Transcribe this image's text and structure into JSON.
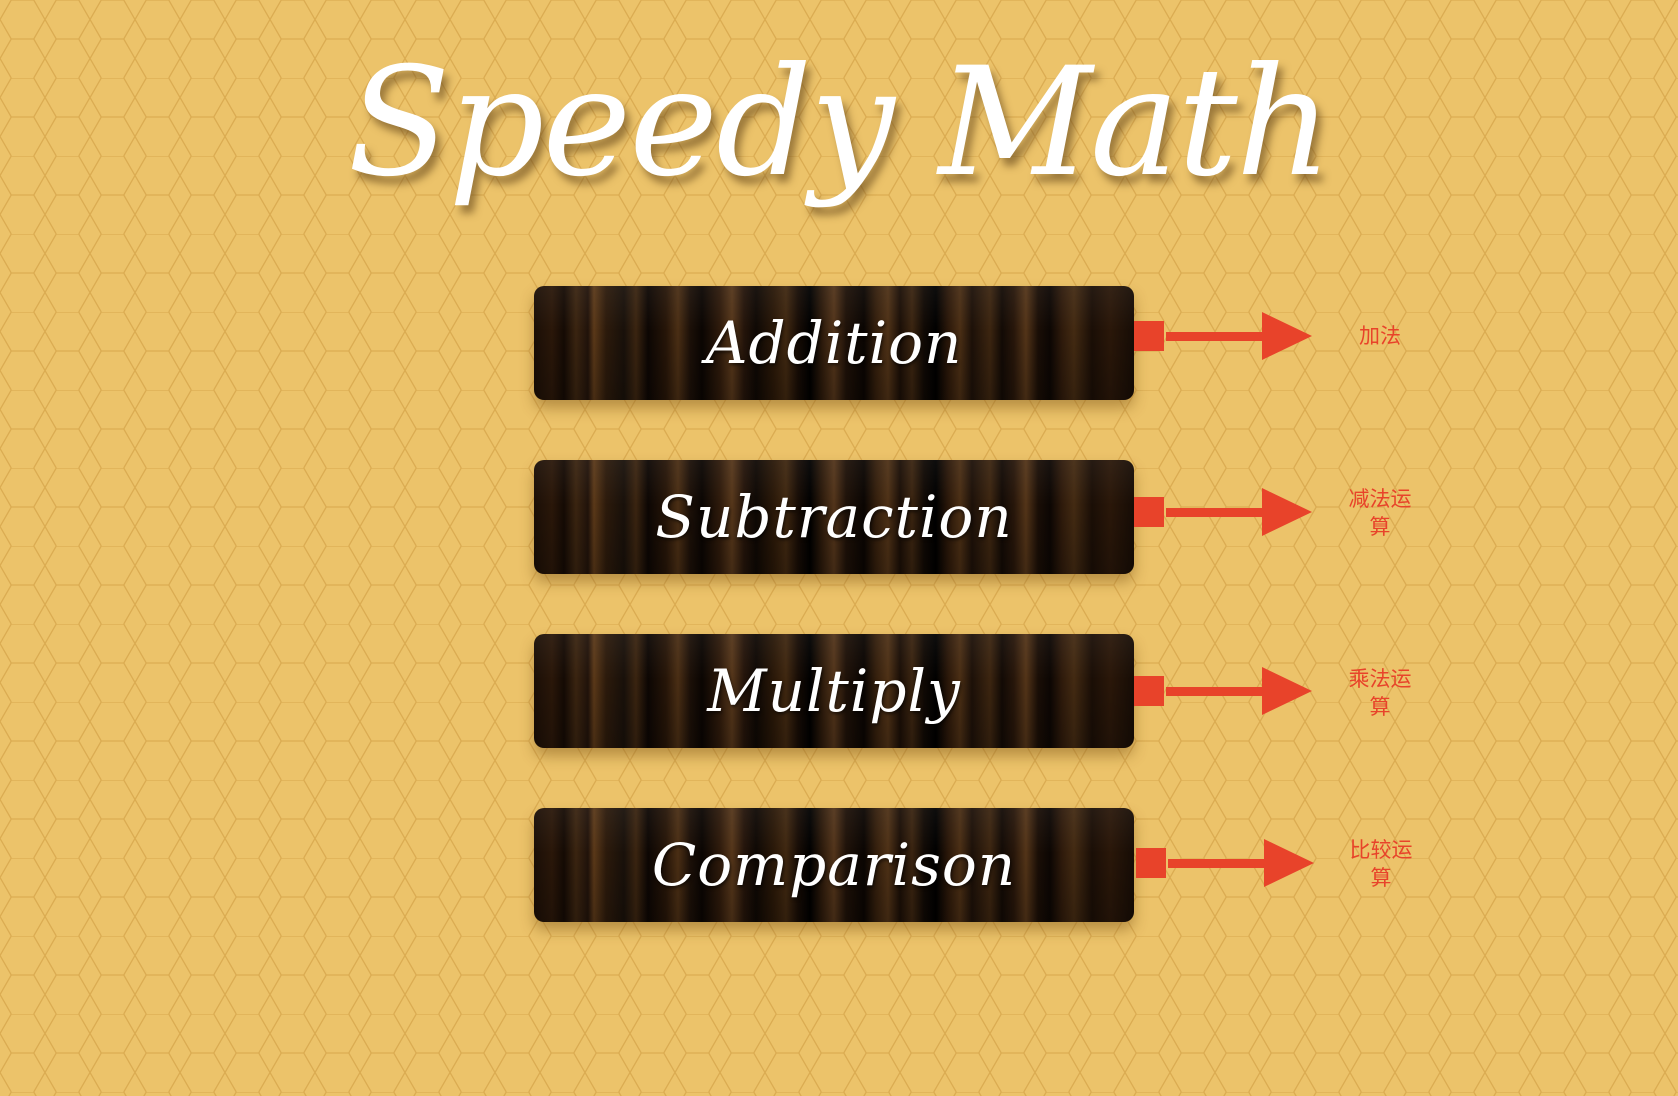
{
  "game": {
    "title": "Speedy Math"
  },
  "menu": {
    "buttons": [
      {
        "id": "addition",
        "label": "Addition"
      },
      {
        "id": "subtraction",
        "label": "Subtraction"
      },
      {
        "id": "multiply",
        "label": "Multiply"
      },
      {
        "id": "comparison",
        "label": "Comparison"
      }
    ]
  },
  "annotations": {
    "addition": {
      "line1": "加法",
      "line2": ""
    },
    "subtraction": {
      "line1": "减法运",
      "line2": "算"
    },
    "multiply": {
      "line1": "乘法运",
      "line2": "算"
    },
    "comparison": {
      "line1": "比较运",
      "line2": "算"
    },
    "icon": "arrow-right-icon"
  },
  "colors": {
    "background": "#ecc36a",
    "hex_line": "#d9a94f",
    "button_wood_dark": "#1a0e06",
    "button_wood_light": "#5a3818",
    "title_text": "#ffffff",
    "annotation": "#e8432a"
  }
}
